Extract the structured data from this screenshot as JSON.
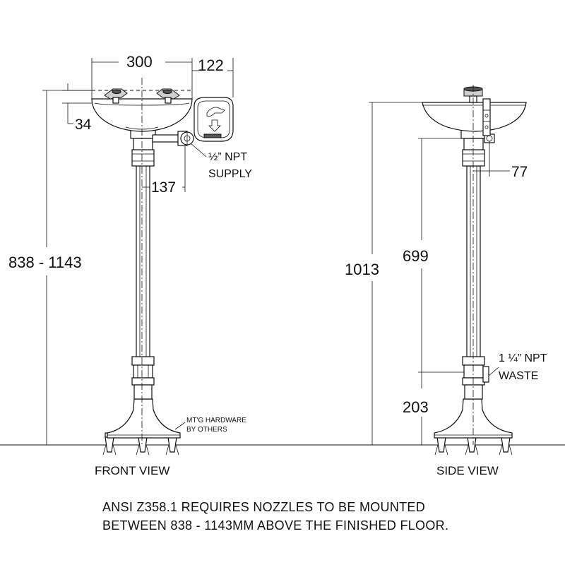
{
  "front_view": {
    "label": "FRONT VIEW",
    "dim_bowl_width": "300",
    "dim_handle_offset": "122",
    "dim_bowl_depth": "34",
    "dim_supply_offset": "137",
    "dim_overall_height": "838 - 1143",
    "supply_callout_line1": "½” NPT",
    "supply_callout_line2": "SUPPLY",
    "hardware_note_line1": "MT'G HARDWARE",
    "hardware_note_line2": "BY OTHERS"
  },
  "side_view": {
    "label": "SIDE VIEW",
    "dim_overall_height": "1013",
    "dim_upper": "699",
    "dim_lower": "203",
    "dim_offset": "77",
    "waste_callout_line1": "1 ¼” NPT",
    "waste_callout_line2": "WASTE"
  },
  "footnote": {
    "line1": "ANSI Z358.1 REQUIRES NOZZLES TO BE MOUNTED",
    "line2": "BETWEEN 838 - 1143MM ABOVE THE FINISHED FLOOR."
  }
}
